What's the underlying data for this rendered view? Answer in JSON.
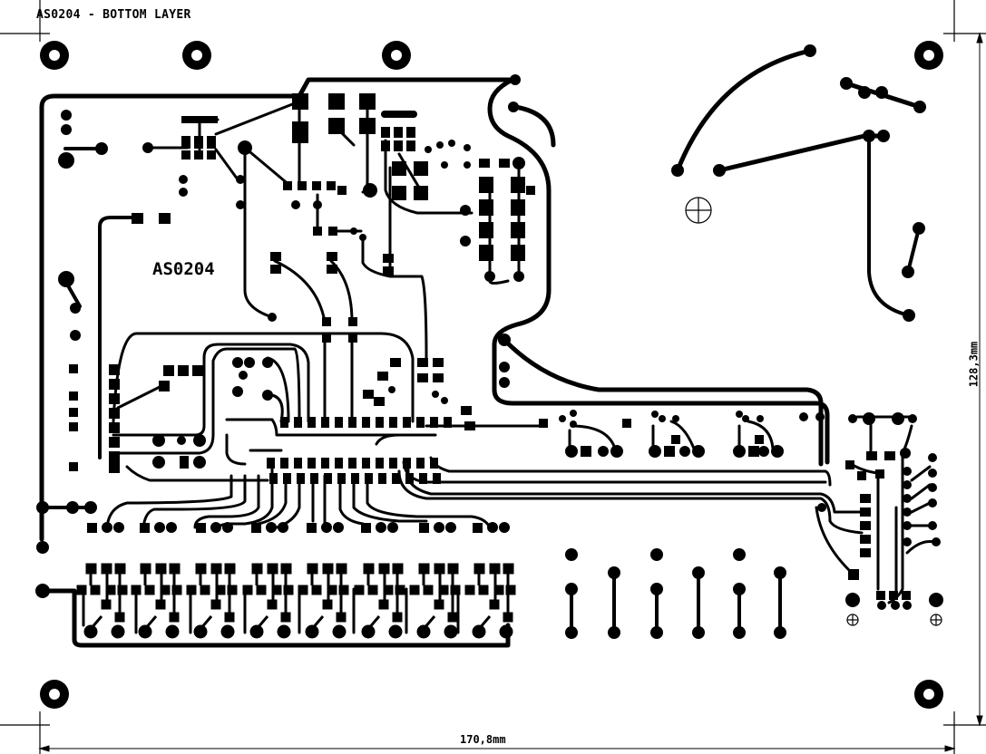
{
  "title": "AS0204 - BOTTOM LAYER",
  "board_label": "AS0204",
  "dimensions": {
    "width": "170,8mm",
    "height": "128,3mm"
  },
  "colors": {
    "copper": "#000000",
    "background": "#ffffff"
  },
  "icons": [
    "mounting-hole-icon",
    "registration-mark-icon",
    "crop-mark-icon"
  ]
}
